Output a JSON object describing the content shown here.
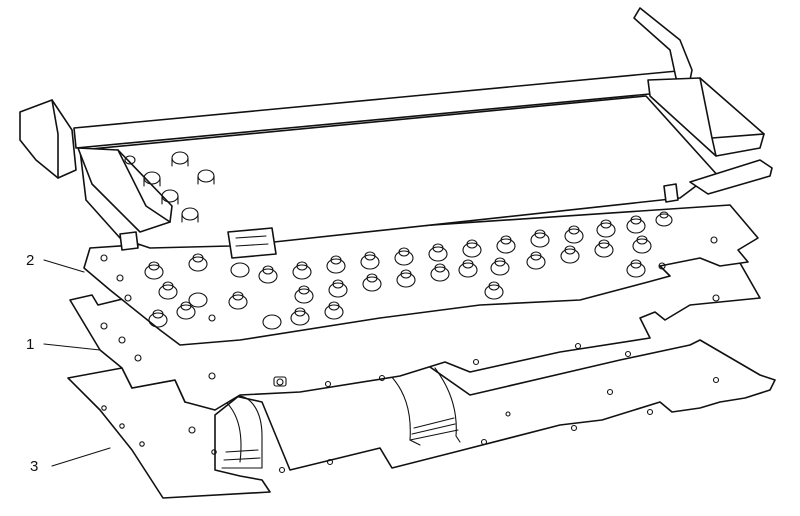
{
  "callouts": {
    "one": "1",
    "two": "2",
    "three": "3"
  },
  "colors": {
    "line": "#111111",
    "background": "#ffffff"
  }
}
